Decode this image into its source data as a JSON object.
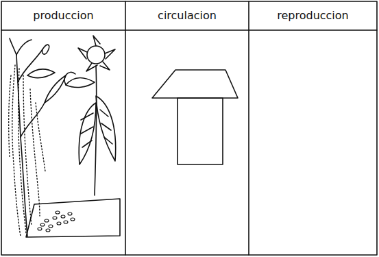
{
  "diagram": {
    "labels": [
      "produccion",
      "circulacion",
      "reproduccion"
    ]
  }
}
